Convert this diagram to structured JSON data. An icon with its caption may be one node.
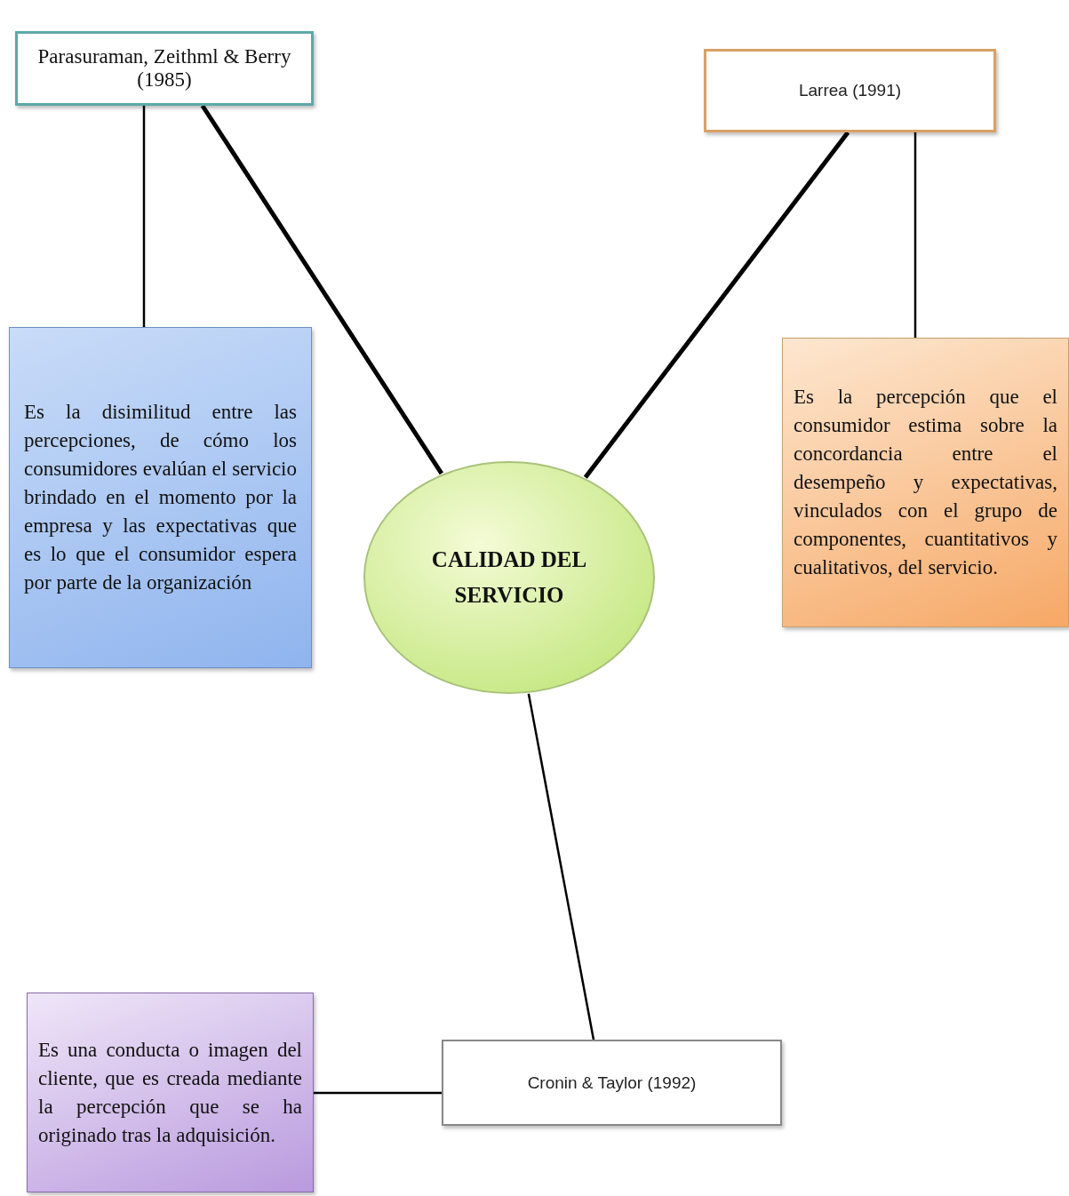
{
  "diagram": {
    "nodes": [
      {
        "text": [
          "Parasuraman, Zeithml & Berry (1985)"
        ]
      },
      {
        "text": [
          "Es la disimilitud entre las percepciones, de cómo los consumidores evalúan el servicio brindado en el momento por la empresa y las expectativas que es lo que el consumidor espera por parte de la organización"
        ]
      },
      {
        "text": [
          "Larrea (1991)"
        ]
      },
      {
        "text": [
          "Es la percepción que el consumidor estima sobre la concordancia entre el desempeño y expectativas, vinculados con el grupo de componentes, cuantitativos y cualitativos, del servicio."
        ]
      },
      {
        "text": [
          "CALIDAD DEL SERVICIO"
        ]
      },
      {
        "text": [
          "Cronin & Taylor (1992)"
        ]
      },
      {
        "text": [
          "Es una conducta o imagen del cliente, que es creada mediante la percepción que se ha originado tras la adquisición."
        ]
      }
    ],
    "edges": [
      {
        "from": 0,
        "to": 1,
        "arrow": "none"
      },
      {
        "from": 0,
        "to": 4,
        "arrow": "none",
        "style": "thick"
      },
      {
        "from": 2,
        "to": 4,
        "arrow": "none",
        "style": "thick"
      },
      {
        "from": 2,
        "to": 3,
        "arrow": "none"
      },
      {
        "from": 4,
        "to": 5,
        "arrow": "none"
      },
      {
        "from": 5,
        "to": 6,
        "arrow": "none"
      }
    ]
  }
}
